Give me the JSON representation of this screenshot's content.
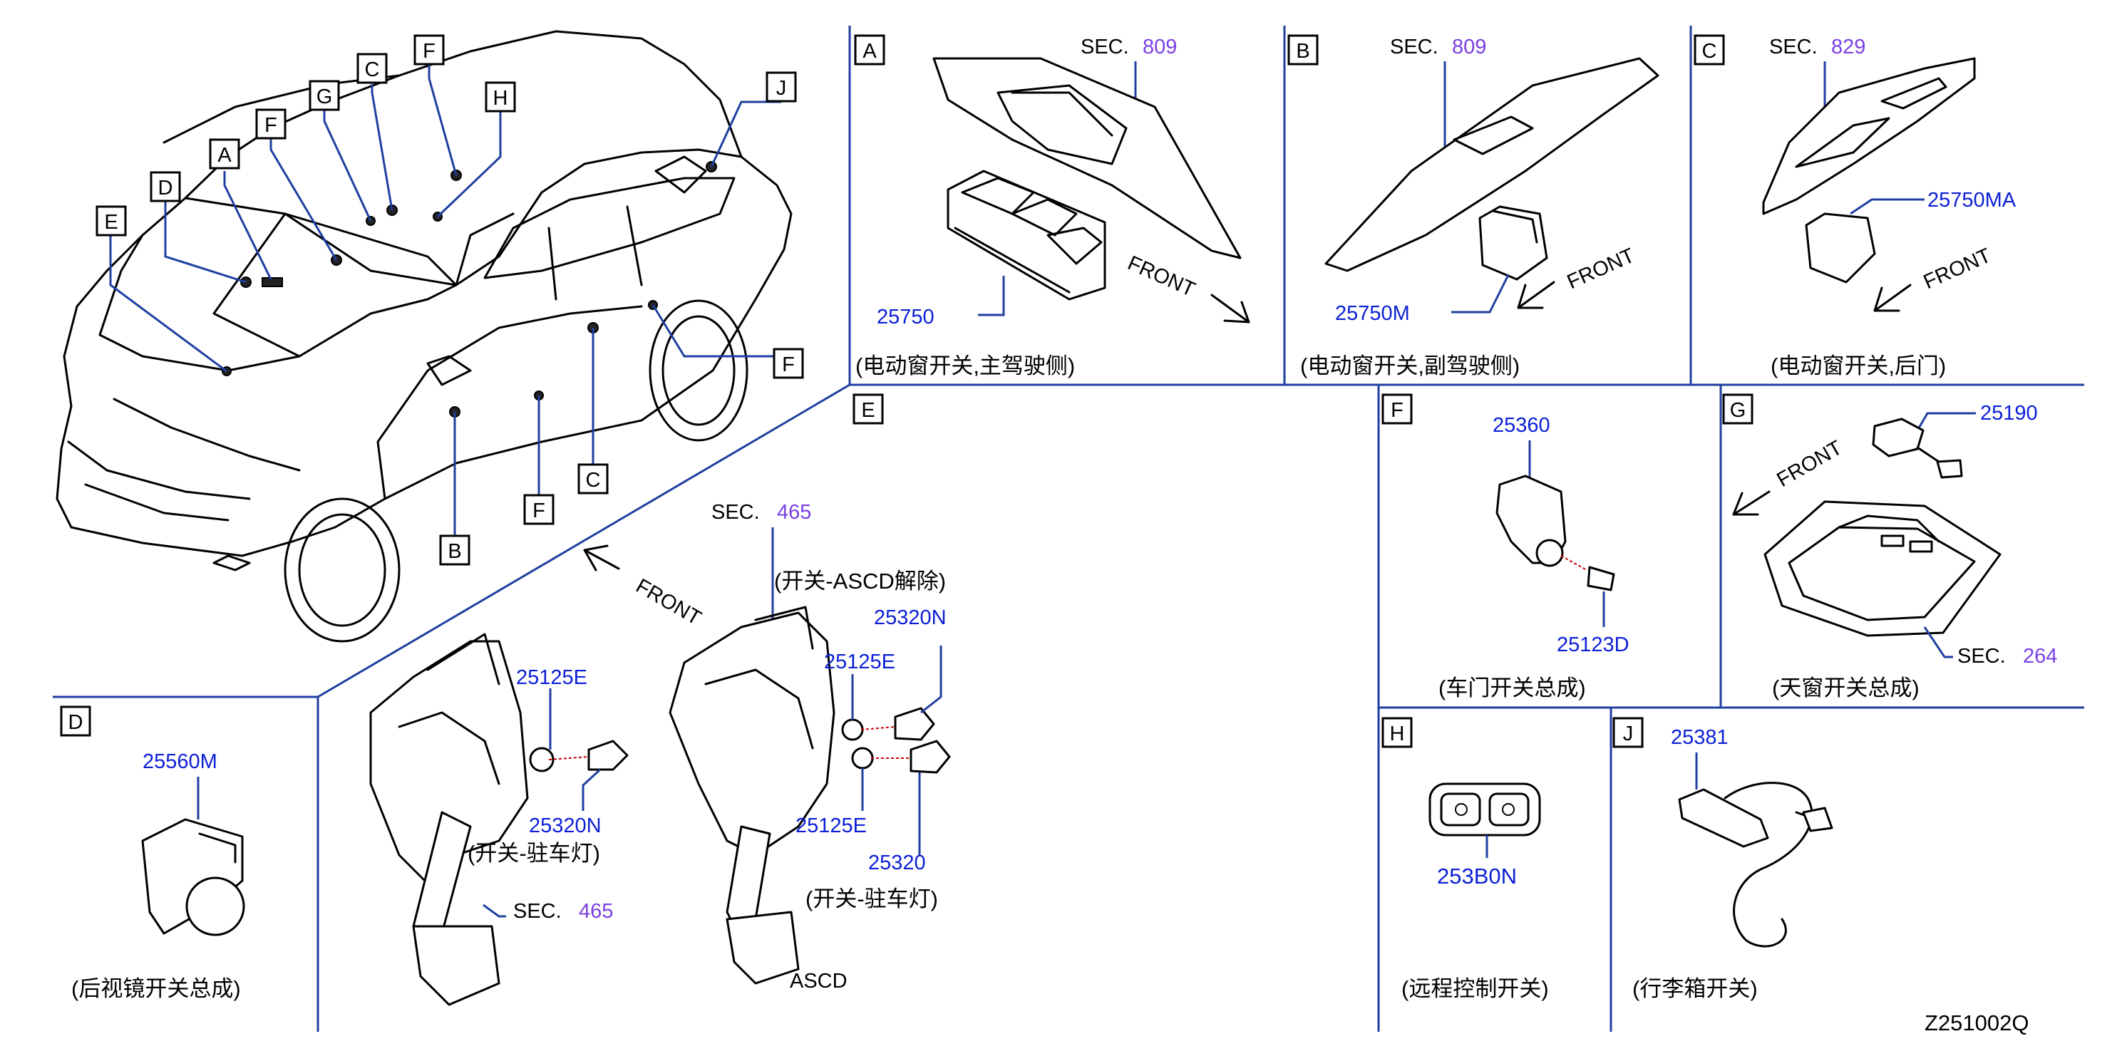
{
  "letters": {
    "a": "A",
    "b": "B",
    "c": "C",
    "d": "D",
    "e": "E",
    "f": "F",
    "g": "G",
    "h": "H",
    "j": "J"
  },
  "sec_label": "SEC.",
  "front_label": "FRONT",
  "panel_a": {
    "sec": "809",
    "part": "25750",
    "caption": "(电动窗开关,主驾驶侧)"
  },
  "panel_b": {
    "sec": "809",
    "part": "25750M",
    "caption": "(电动窗开关,副驾驶侧)"
  },
  "panel_c": {
    "sec": "829",
    "part": "25750MA",
    "caption": "(电动窗开关,后门)"
  },
  "panel_d": {
    "part": "25560M",
    "caption": "(后视镜开关总成)"
  },
  "panel_e": {
    "sec_top": "465",
    "sec_bottom": "465",
    "ascd_release": "(开关-ASCD解除)",
    "stop_lamp_1": "(开关-驻车灯)",
    "stop_lamp_2": "(开关-驻车灯)",
    "ascd": "ASCD",
    "p1": "25125E",
    "p2": "25320N",
    "p3": "25125E",
    "p4": "25320N",
    "p5": "25125E",
    "p6": "25320"
  },
  "panel_f": {
    "part1": "25360",
    "part2": "25123D",
    "caption": "(车门开关总成)"
  },
  "panel_g": {
    "part": "25190",
    "sec": "264",
    "caption": "(天窗开关总成)"
  },
  "panel_h": {
    "part": "253B0N",
    "caption": "(远程控制开关)"
  },
  "panel_j": {
    "part": "25381",
    "caption": "(行李箱开关)"
  },
  "diagram_code": "Z251002Q"
}
